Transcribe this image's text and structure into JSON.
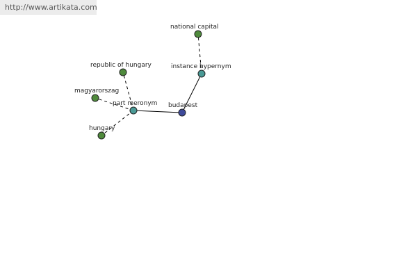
{
  "header": {
    "url": "http://www.artikata.com"
  },
  "colors": {
    "leaf": "#4f8a3c",
    "relation": "#4a9a96",
    "center": "#3e4a9a"
  },
  "graph": {
    "nodes": [
      {
        "id": "budapest",
        "label": "budapest",
        "kind": "center"
      },
      {
        "id": "instance-hypernym",
        "label": "instance hypernym",
        "kind": "relation"
      },
      {
        "id": "national-capital",
        "label": "national capital",
        "kind": "leaf"
      },
      {
        "id": "part-meronym",
        "label": "part meronym",
        "kind": "relation"
      },
      {
        "id": "republic-of-hungary",
        "label": "republic of hungary",
        "kind": "leaf"
      },
      {
        "id": "magyarorszag",
        "label": "magyarorszag",
        "kind": "leaf"
      },
      {
        "id": "hungary",
        "label": "hungary",
        "kind": "leaf"
      }
    ],
    "edges": [
      {
        "from": "budapest",
        "to": "instance-hypernym",
        "style": "solid"
      },
      {
        "from": "instance-hypernym",
        "to": "national-capital",
        "style": "dashed"
      },
      {
        "from": "budapest",
        "to": "part-meronym",
        "style": "solid"
      },
      {
        "from": "part-meronym",
        "to": "republic-of-hungary",
        "style": "dashed"
      },
      {
        "from": "part-meronym",
        "to": "magyarorszag",
        "style": "dashed"
      },
      {
        "from": "part-meronym",
        "to": "hungary",
        "style": "dashed"
      }
    ]
  }
}
